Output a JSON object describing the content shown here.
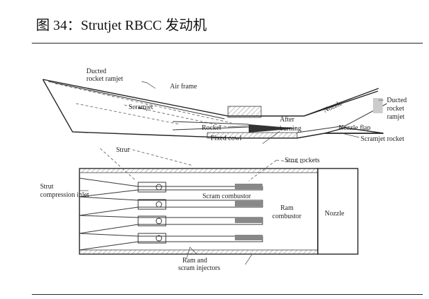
{
  "figure": {
    "title": "图 34：Strutjet RBCC 发动机"
  },
  "labels": {
    "ducted_ramjet_left": [
      "Ducted",
      "rocket ramjet"
    ],
    "air_frame": "Air frame",
    "scramjet": "Scramjet",
    "rocket": "Rocket",
    "fixed_cowl": "Fixed cowl",
    "afterburning": [
      "After",
      "burning"
    ],
    "nozzle_diag": "Nozzle",
    "ducted_ramjet_right": [
      "Ducted",
      "rocket",
      "ramjet"
    ],
    "nozzle_flap": "Nozzle flap",
    "scramjet_rocket": "Scramjet rocket",
    "strut": "Strut",
    "strut_rockets": "Strut rockets",
    "strut_inlet": [
      "Strut",
      "compression inlet"
    ],
    "scram_combustor": "Scram combustor",
    "ram_combustor": [
      "Ram",
      "combustor"
    ],
    "nozzle_box": "Nozzle",
    "injectors": [
      "Ram and",
      "scram injectors"
    ]
  }
}
